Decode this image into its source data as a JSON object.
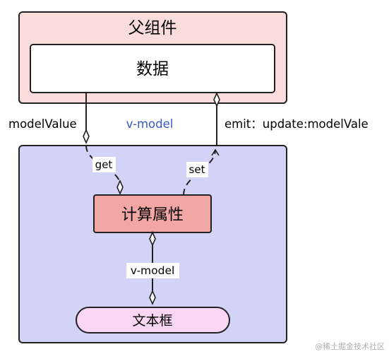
{
  "parent": {
    "title": "父组件",
    "data_box": "数据"
  },
  "child": {
    "computed_box": "计算属性",
    "textbox": "文本框"
  },
  "labels": {
    "model_value": "modelValue",
    "v_model_top": "v-model",
    "emit": "emit：update:modelVale",
    "get": "get",
    "set": "set",
    "v_model_bottom": "v-model"
  },
  "watermark": "@稀土掘金技术社区",
  "colors": {
    "parent_fill": "#fadcdc",
    "child_fill": "#d2d3f7",
    "computed_fill": "#f3a7a4",
    "textbox_fill": "#f9d6f3",
    "accent_blue": "#3557c9",
    "stroke": "#222222"
  }
}
